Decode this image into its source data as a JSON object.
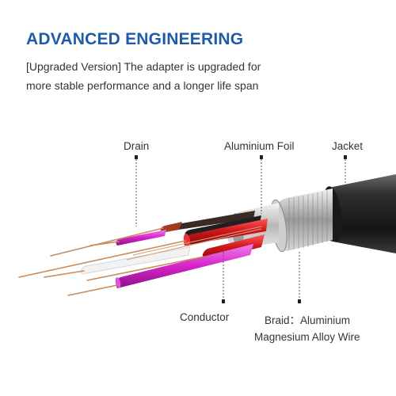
{
  "header": {
    "title": "ADVANCED ENGINEERING",
    "subtitle_line1": "[Upgraded Version] The adapter is upgraded for",
    "subtitle_line2": "more stable performance and a longer life span"
  },
  "callouts": {
    "drain": "Drain",
    "foil": "Aluminium Foil",
    "jacket": "Jacket",
    "conductor": "Conductor",
    "braid_line1": "Braid：Aluminium",
    "braid_line2": "Magnesium Alloy Wire"
  },
  "colors": {
    "title": "#1f5ba8",
    "text": "#333333",
    "jacket": "#2b2b2b",
    "copper": "#c98a5a",
    "red": "#d0171d",
    "magenta": "#d623c8",
    "brown": "#a13c22",
    "silver": "#c9c9c9"
  }
}
